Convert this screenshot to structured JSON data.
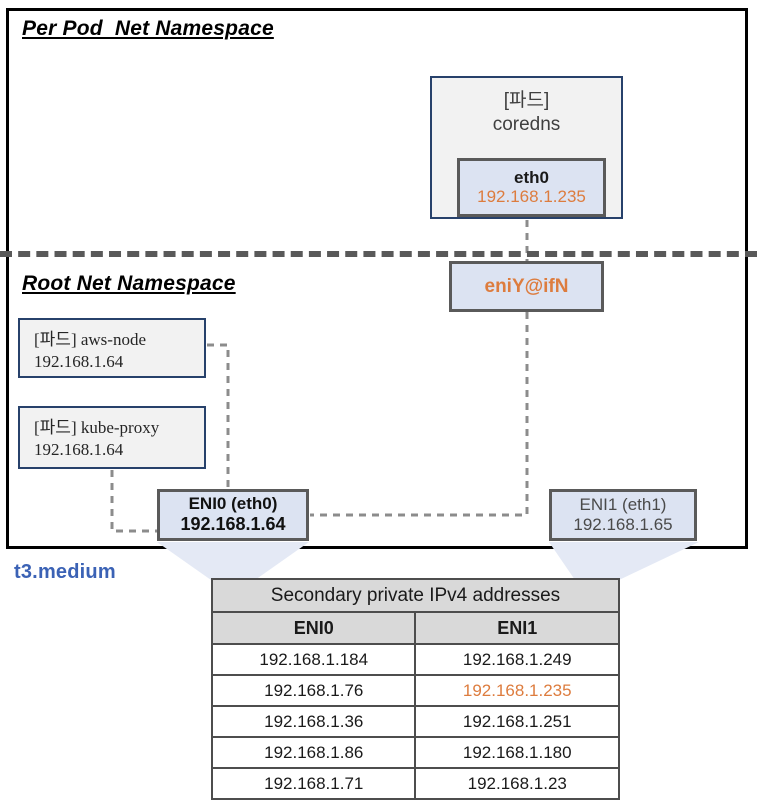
{
  "diagram": {
    "namespaces": {
      "pod_ns_title": "Per Pod  Net Namespace",
      "root_ns_title": "Root Net Namespace"
    },
    "coredns_pod": {
      "label": "[파드]\ncoredns",
      "interface_name": "eth0",
      "interface_ip": "192.168.1.235"
    },
    "veth": {
      "label": "eniY@ifN"
    },
    "host_pods": [
      {
        "name": "[파드] aws-node",
        "ip": "192.168.1.64"
      },
      {
        "name": "[파드] kube-proxy",
        "ip": "192.168.1.64"
      }
    ],
    "enis": [
      {
        "label": "ENI0 (eth0)",
        "ip": "192.168.1.64"
      },
      {
        "label": "ENI1 (eth1)",
        "ip": "192.168.1.65"
      }
    ],
    "instance_type": "t3.medium",
    "colors": {
      "highlight_orange": "#dd7c3e",
      "instance_blue": "#3b62b5",
      "pod_border_blue": "#27416b",
      "eni_fill_blue": "#dce3f2",
      "divider_gray": "#595959"
    }
  },
  "table": {
    "title": "Secondary private IPv4 addresses",
    "columns": [
      "ENI0",
      "ENI1"
    ],
    "rows": [
      {
        "eni0": "192.168.1.184",
        "eni1": "192.168.1.249",
        "eni1_highlight": false
      },
      {
        "eni0": "192.168.1.76",
        "eni1": "192.168.1.235",
        "eni1_highlight": true
      },
      {
        "eni0": "192.168.1.36",
        "eni1": "192.168.1.251",
        "eni1_highlight": false
      },
      {
        "eni0": "192.168.1.86",
        "eni1": "192.168.1.180",
        "eni1_highlight": false
      },
      {
        "eni0": "192.168.1.71",
        "eni1": "192.168.1.23",
        "eni1_highlight": false
      }
    ]
  }
}
